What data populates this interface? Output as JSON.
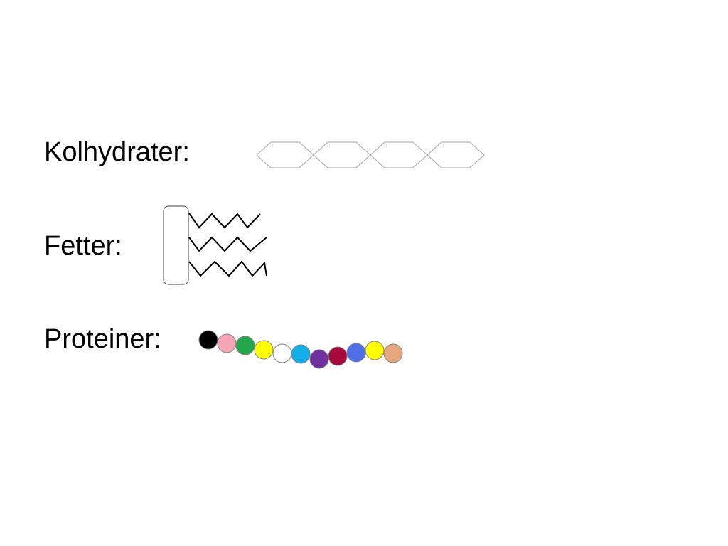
{
  "rows": {
    "carbohydrates": {
      "label": "Kolhydrater:"
    },
    "fats": {
      "label": "Fetter:"
    },
    "proteins": {
      "label": "Proteiner:"
    }
  },
  "carbohydrate_chain": {
    "units": 4,
    "stroke_color": "#a6a6a6"
  },
  "fat_molecule": {
    "chains": 3,
    "stroke_color": "#000000",
    "head_stroke_color": "#404040"
  },
  "protein_chain": {
    "beads": [
      {
        "color": "#000000",
        "name": "black"
      },
      {
        "color": "#f4a6b5",
        "name": "pink"
      },
      {
        "color": "#22a84a",
        "name": "green"
      },
      {
        "color": "#ffff00",
        "name": "yellow"
      },
      {
        "color": "#ffffff",
        "name": "white"
      },
      {
        "color": "#14aee8",
        "name": "cyan"
      },
      {
        "color": "#7030a0",
        "name": "purple"
      },
      {
        "color": "#a50a3a",
        "name": "crimson"
      },
      {
        "color": "#4f6fe8",
        "name": "blue"
      },
      {
        "color": "#ffff00",
        "name": "yellow"
      },
      {
        "color": "#e6a77d",
        "name": "tan"
      }
    ],
    "outline_color": "#808080"
  }
}
